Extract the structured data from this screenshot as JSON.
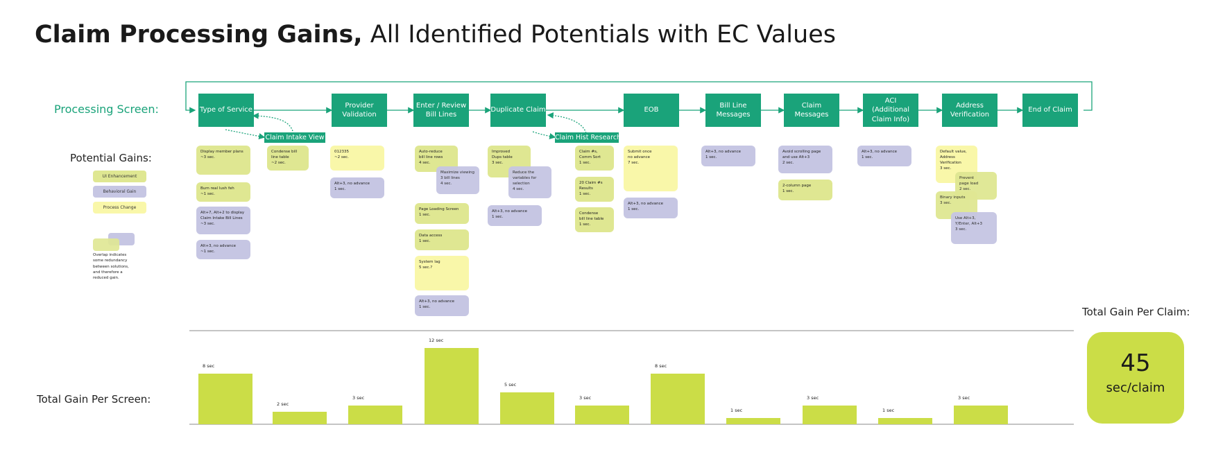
{
  "title": {
    "bold": "Claim Processing Gains,",
    "regular": " All Identified Potentials with EC Values"
  },
  "labels": {
    "processing_screen": "Processing Screen:",
    "potential_gains": "Potential Gains:",
    "total_gain_per_screen": "Total Gain Per Screen:",
    "total_gain_per_claim": "Total Gain Per Claim:"
  },
  "steps": [
    "Type of Service",
    "Provider\nValidation",
    "Enter / Review\nBill Lines",
    "Duplicate Claim",
    "EOB",
    "Bill Line\nMessages",
    "Claim\nMessages",
    "ACI\n(Additional\nClaim Info)",
    "Address\nVerification",
    "End of Claim"
  ],
  "side_tags": {
    "claim_intake_view": "Claim Intake View",
    "claim_hist_research": "Claim Hist Research"
  },
  "legend": {
    "ui": "UI Enhancement",
    "behavioral": "Behavioral Gain",
    "process": "Process Change",
    "note": "Overlap indicates some redundancy between solutions, and therefore a reduced gain."
  },
  "cards": [
    {
      "type": "ui",
      "text": "Display member plans\n~3 sec."
    },
    {
      "type": "ui",
      "text": "Burn real lush feh\n~1 sec."
    },
    {
      "type": "beh",
      "text": "Alt+7, Alt+2 to display\nClaim Intake Bill Lines\n~3 sec."
    },
    {
      "type": "beh",
      "text": "Alt+3, no advance\n~1 sec."
    },
    {
      "type": "ui",
      "text": "Condense bill\nline table\n~2 sec."
    },
    {
      "type": "proc",
      "text": "012335\n~2 sec."
    },
    {
      "type": "beh",
      "text": "Alt+3, no advance\n1 sec."
    },
    {
      "type": "ui",
      "text": "Auto-reduce\nbill line rows\n4 sec."
    },
    {
      "type": "beh",
      "text": "Maximize viewing\n3 bill lines\n4 sec."
    },
    {
      "type": "ui",
      "text": "Page Loading Screen\n1 sec."
    },
    {
      "type": "ui",
      "text": "Data access\n1 sec."
    },
    {
      "type": "proc",
      "text": "System lag\n5 sec.?"
    },
    {
      "type": "beh",
      "text": "Alt+3, no advance\n1 sec."
    },
    {
      "type": "ui",
      "text": "Improved\nDups table\n3 sec."
    },
    {
      "type": "beh",
      "text": "Reduce the\nvariables for\nselection\n4 sec."
    },
    {
      "type": "beh",
      "text": "Alt+3, no advance\n1 sec."
    },
    {
      "type": "ui",
      "text": "Claim #s,\nComm Sort\n1 sec."
    },
    {
      "type": "ui",
      "text": "20 Claim #s\nResults\n1 sec."
    },
    {
      "type": "ui",
      "text": "Condense\nbill line table\n1 sec."
    },
    {
      "type": "proc",
      "text": "Submit once\nno advance\n7 sec."
    },
    {
      "type": "beh",
      "text": "Alt+3, no advance\n1 sec."
    },
    {
      "type": "beh",
      "text": "Alt+3, no advance\n1 sec."
    },
    {
      "type": "beh",
      "text": "Avoid scrolling page\nand use Alt+3\n2 sec."
    },
    {
      "type": "ui",
      "text": "2-column page\n1 sec."
    },
    {
      "type": "beh",
      "text": "Alt+3, no advance\n1 sec."
    },
    {
      "type": "proc",
      "text": "Default value,\nAddress\nVerification\n3 sec."
    },
    {
      "type": "ui",
      "text": "Prevent\npage load\n2 sec."
    },
    {
      "type": "ui",
      "text": "Binary inputs\n3 sec."
    },
    {
      "type": "beh",
      "text": "Use Alt+3,\nY/Enter, Alt+3\n3 sec."
    }
  ],
  "chart_data": {
    "type": "bar",
    "categories": [
      "Type of Service",
      "Claim Intake View",
      "Provider Validation",
      "Enter / Review Bill Lines",
      "Duplicate Claim",
      "Claim Hist Research",
      "EOB",
      "Bill Line Messages",
      "Claim Messages",
      "ACI (Additional Claim Info)",
      "Address Verification"
    ],
    "values": [
      8,
      2,
      3,
      12,
      5,
      3,
      8,
      1,
      3,
      1,
      3
    ],
    "value_labels": [
      "8 sec",
      "2 sec",
      "3 sec",
      "12 sec",
      "5 sec",
      "3 sec",
      "8 sec",
      "1 sec",
      "3 sec",
      "1 sec",
      "3 sec"
    ],
    "ylim": [
      0,
      12
    ],
    "title": "",
    "xlabel": "",
    "ylabel": ""
  },
  "total": {
    "value": "45",
    "unit": "sec/claim"
  },
  "colors": {
    "teal": "#1aa37a",
    "ui": "#dfe792",
    "behavioral": "#c6c6e3",
    "process": "#f9f7a9",
    "bar": "#cbdd47"
  }
}
